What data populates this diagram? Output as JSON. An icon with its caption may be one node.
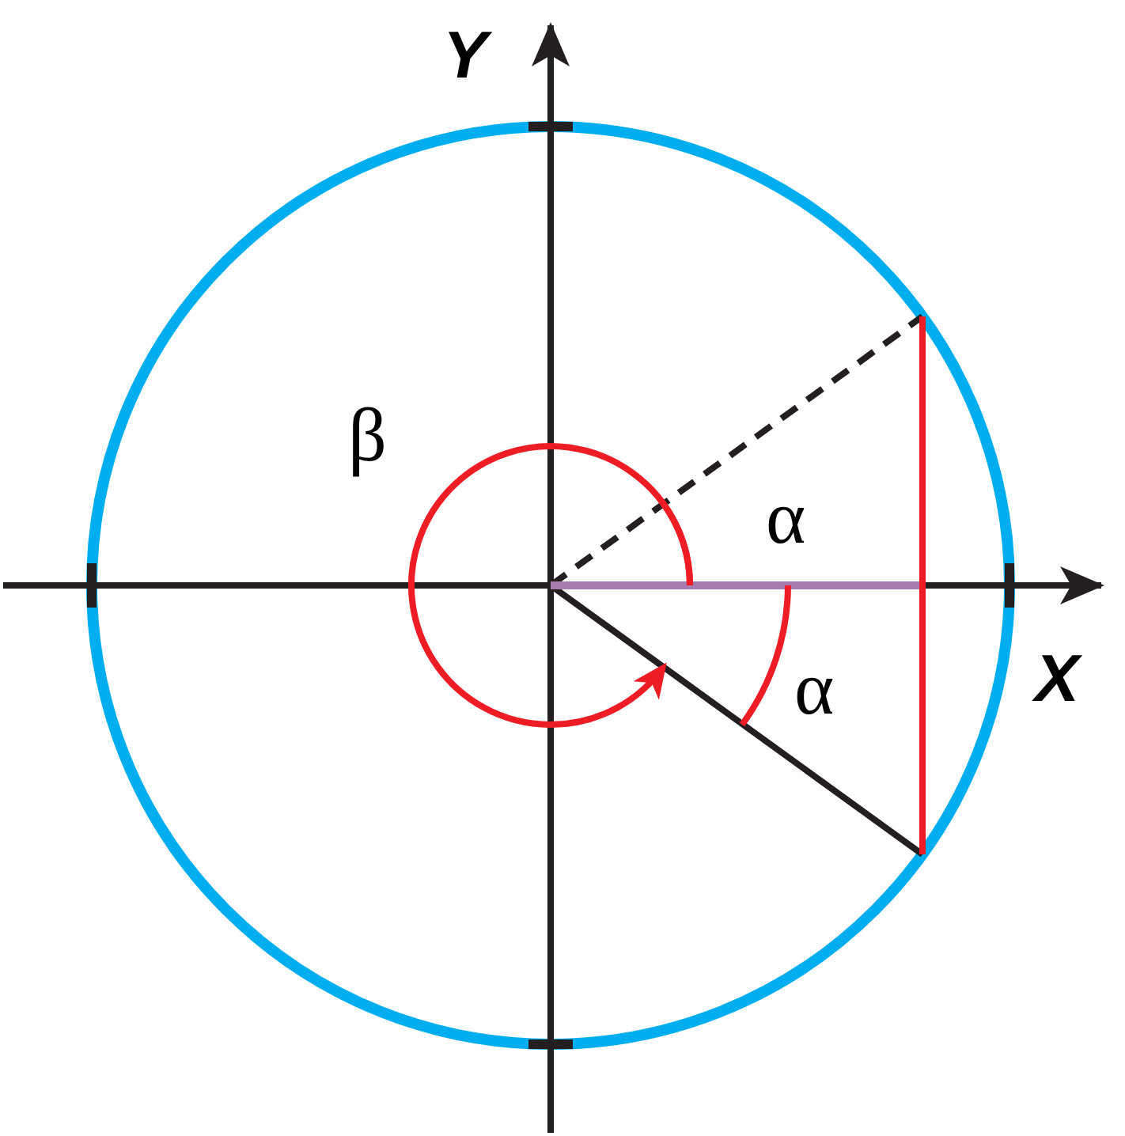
{
  "diagram": {
    "labels": [
      "Y",
      "β",
      "α",
      "α",
      "X"
    ]
  }
}
